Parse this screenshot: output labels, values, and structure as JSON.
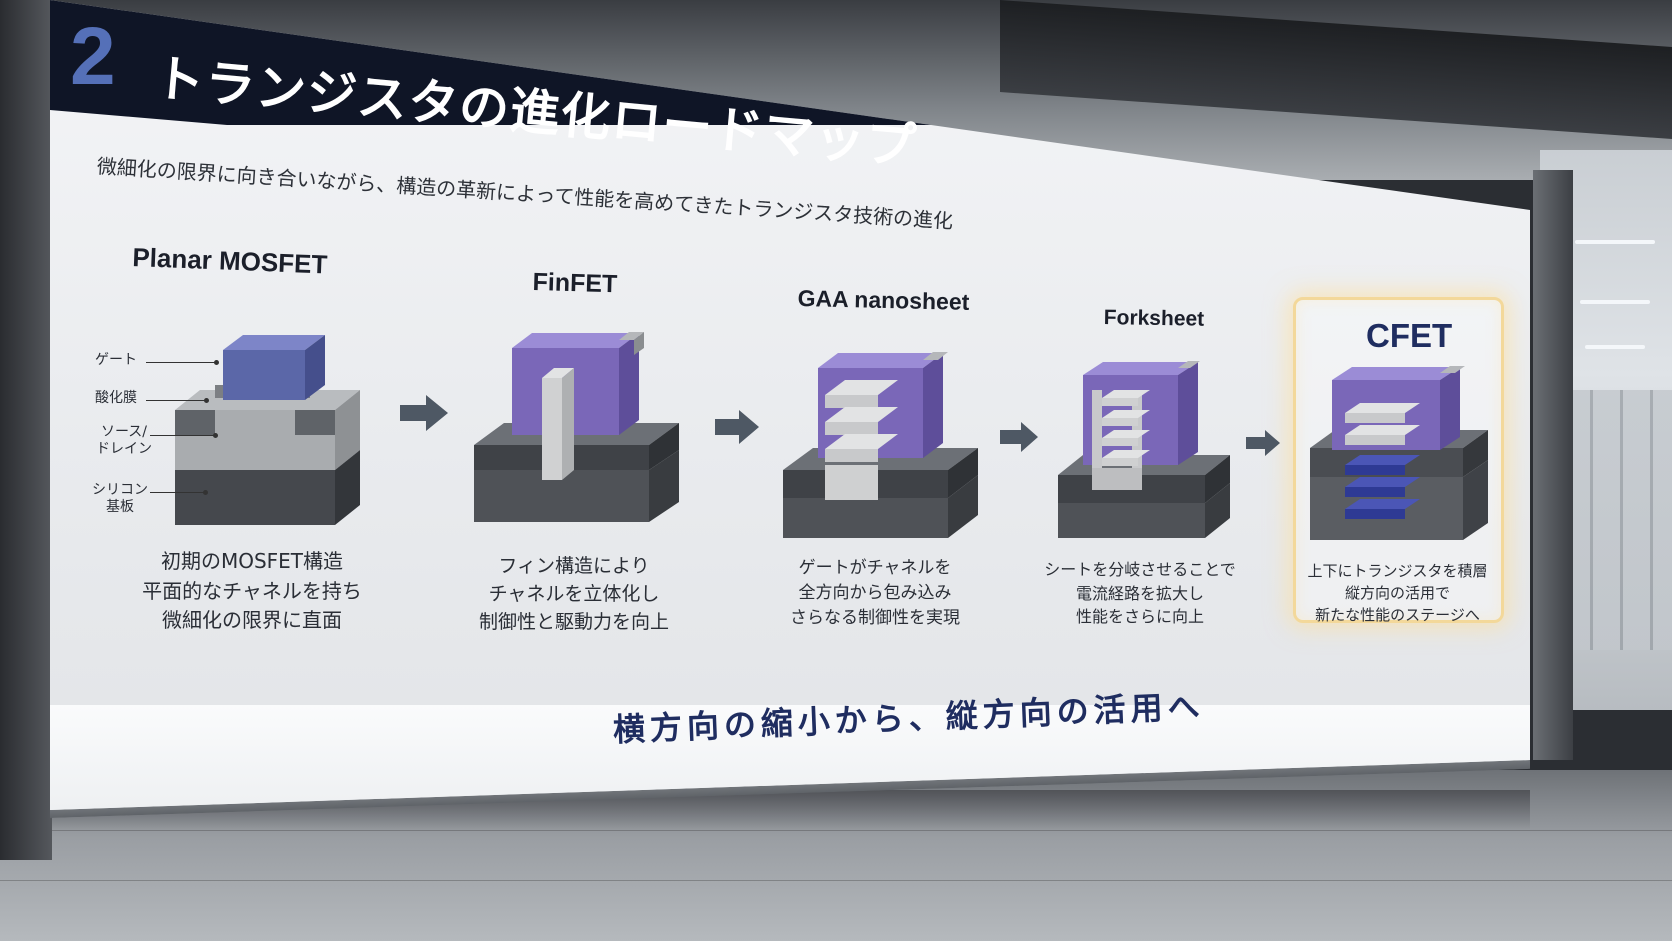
{
  "section_number": "2",
  "title": "トランジスタの進化ロードマップ",
  "subtitle": "微細化の限界に向き合いながら、構造の革新によって性能を高めてきたトランジスタ技術の進化",
  "stages": [
    {
      "name": "Planar MOSFET",
      "desc": [
        "初期のMOSFET構造",
        "平面的なチャネルを持ち",
        "微細化の限界に直面"
      ]
    },
    {
      "name": "FinFET",
      "desc": [
        "フィン構造により",
        "チャネルを立体化し",
        "制御性と駆動力を向上"
      ]
    },
    {
      "name": "GAA nanosheet",
      "desc": [
        "ゲートがチャネルを",
        "全方向から包み込み",
        "さらなる制御性を実現"
      ]
    },
    {
      "name": "Forksheet",
      "desc": [
        "シートを分岐させることで",
        "電流経路を拡大し",
        "性能をさらに向上"
      ]
    },
    {
      "name": "CFET",
      "desc": [
        "上下にトランジスタを積層",
        "縦方向の活用で",
        "新たな性能のステージへ"
      ],
      "highlighted": true
    }
  ],
  "labels": {
    "gate": "ゲート",
    "oxide": "酸化膜",
    "source_drain_1": "ソース/",
    "source_drain_2": "ドレイン",
    "substrate_1": "シリコン",
    "substrate_2": "基板"
  },
  "tagline": "横方向の縮小から、縦方向の活用へ",
  "colors": {
    "header_bg": "#0f1526",
    "number": "#5570b8",
    "gate_purple": "#7a67b8",
    "gate_blue": "#5b67a8",
    "arrow": "#4e5864",
    "tagline": "#1f2d60",
    "highlight_glow": "#f3d89a"
  },
  "icons": [
    "arrow-right-icon"
  ]
}
